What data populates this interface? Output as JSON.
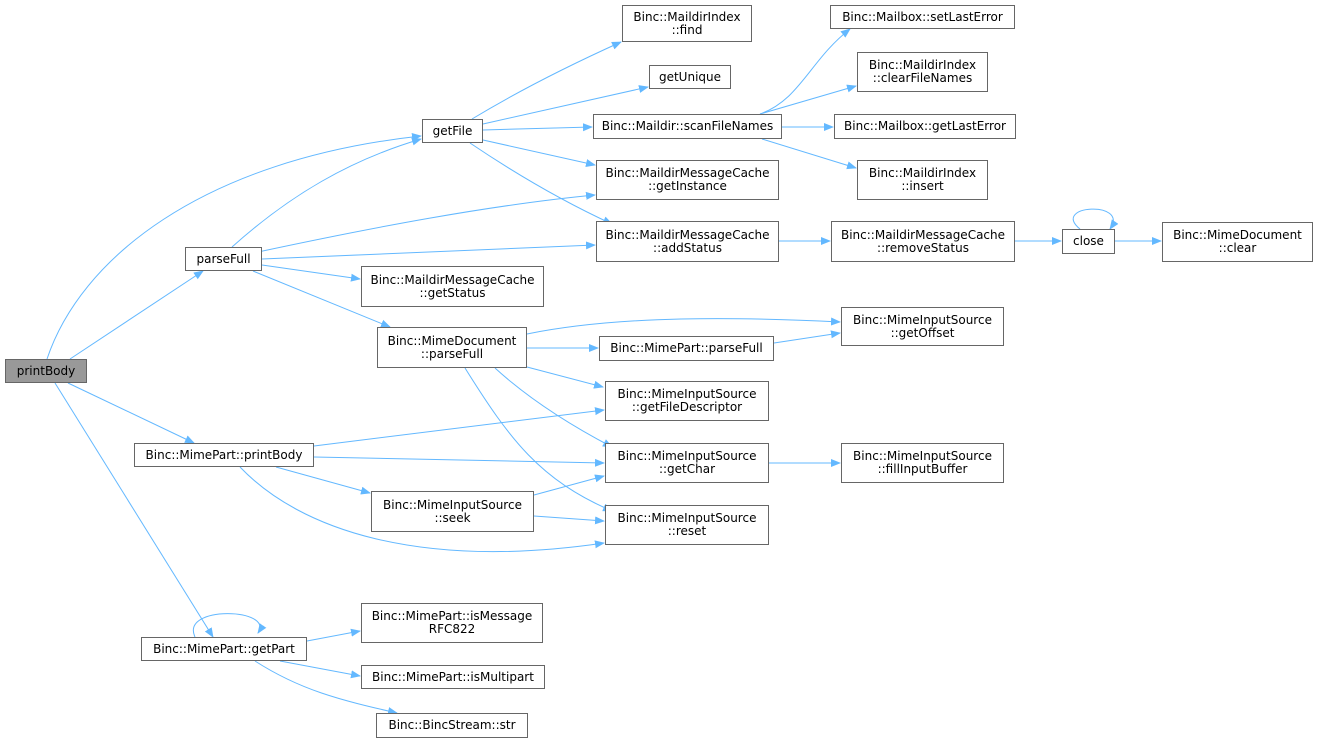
{
  "colors": {
    "edge": "#63b8ff",
    "node_border": "#666666",
    "root_fill": "#999999"
  },
  "nodes": {
    "printBody": {
      "lines": [
        "printBody"
      ]
    },
    "parseFull": {
      "lines": [
        "parseFull"
      ]
    },
    "mimePartPrintBody": {
      "lines": [
        "Binc::MimePart::printBody"
      ]
    },
    "mimePartGetPart": {
      "lines": [
        "Binc::MimePart::getPart"
      ]
    },
    "getFile": {
      "lines": [
        "getFile"
      ]
    },
    "cacheGetStatus": {
      "lines": [
        "Binc::MaildirMessageCache",
        "::getStatus"
      ]
    },
    "mimeDocParseFull": {
      "lines": [
        "Binc::MimeDocument",
        "::parseFull"
      ]
    },
    "inputSeek": {
      "lines": [
        "Binc::MimeInputSource",
        "::seek"
      ]
    },
    "isMessageRFC822": {
      "lines": [
        "Binc::MimePart::isMessage",
        "RFC822"
      ]
    },
    "isMultipart": {
      "lines": [
        "Binc::MimePart::isMultipart"
      ]
    },
    "bincStreamStr": {
      "lines": [
        "Binc::BincStream::str"
      ]
    },
    "indexFind": {
      "lines": [
        "Binc::MaildirIndex",
        "::find"
      ]
    },
    "getUnique": {
      "lines": [
        "getUnique"
      ]
    },
    "scanFileNames": {
      "lines": [
        "Binc::Maildir::scanFileNames"
      ]
    },
    "cacheGetInstance": {
      "lines": [
        "Binc::MaildirMessageCache",
        "::getInstance"
      ]
    },
    "cacheAddStatus": {
      "lines": [
        "Binc::MaildirMessageCache",
        "::addStatus"
      ]
    },
    "mimePartParseFull": {
      "lines": [
        "Binc::MimePart::parseFull"
      ]
    },
    "inputGetFileDescriptor": {
      "lines": [
        "Binc::MimeInputSource",
        "::getFileDescriptor"
      ]
    },
    "inputGetChar": {
      "lines": [
        "Binc::MimeInputSource",
        "::getChar"
      ]
    },
    "inputReset": {
      "lines": [
        "Binc::MimeInputSource",
        "::reset"
      ]
    },
    "mailboxSetLastError": {
      "lines": [
        "Binc::Mailbox::setLastError"
      ]
    },
    "indexClearFileNames": {
      "lines": [
        "Binc::MaildirIndex",
        "::clearFileNames"
      ]
    },
    "mailboxGetLastError": {
      "lines": [
        "Binc::Mailbox::getLastError"
      ]
    },
    "indexInsert": {
      "lines": [
        "Binc::MaildirIndex",
        "::insert"
      ]
    },
    "cacheRemoveStatus": {
      "lines": [
        "Binc::MaildirMessageCache",
        "::removeStatus"
      ]
    },
    "inputGetOffset": {
      "lines": [
        "Binc::MimeInputSource",
        "::getOffset"
      ]
    },
    "inputFillInputBuffer": {
      "lines": [
        "Binc::MimeInputSource",
        "::fillInputBuffer"
      ]
    },
    "close": {
      "lines": [
        "close"
      ]
    },
    "mimeDocClear": {
      "lines": [
        "Binc::MimeDocument",
        "::clear"
      ]
    }
  }
}
